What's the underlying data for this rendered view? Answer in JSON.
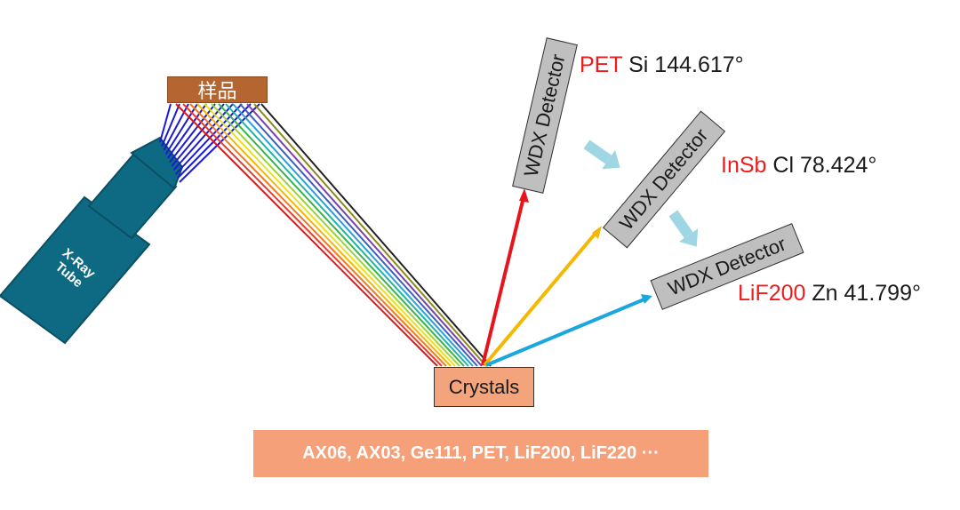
{
  "sample": {
    "label": "样品"
  },
  "tube": {
    "label_line1": "X-Ray",
    "label_line2": "Tube"
  },
  "crystals": {
    "label": "Crystals"
  },
  "crystal_list": {
    "text": "AX06, AX03, Ge111, PET, LiF200, LiF220 ···"
  },
  "detectors": [
    {
      "name": "WDX Detector",
      "crystal": "PET",
      "element_angle": " Si 144.617°",
      "beam_color": "#e8131b"
    },
    {
      "name": "WDX Detector",
      "crystal": "InSb",
      "element_angle": " Cl 78.424°",
      "beam_color": "#f5b800"
    },
    {
      "name": "WDX Detector",
      "crystal": "LiF200",
      "element_angle": " Zn 41.799°",
      "beam_color": "#1aa7e0"
    }
  ],
  "colors": {
    "tube": "#0e6a83",
    "incident_beams": "#1a1ad6",
    "sample": "#b5652f",
    "crystals": "#f4a47c",
    "arrow": "#9fd6e3",
    "highlight_text": "#ee1c1c"
  },
  "fluorescence_colors": [
    "#d41a1a",
    "#e83d2e",
    "#f07a1e",
    "#f5b800",
    "#e9e11c",
    "#9bd13a",
    "#36b34a",
    "#1fb5a4",
    "#29a0d8",
    "#3b5fc0",
    "#7b3fb0",
    "#8a8a1a",
    "#222222"
  ]
}
